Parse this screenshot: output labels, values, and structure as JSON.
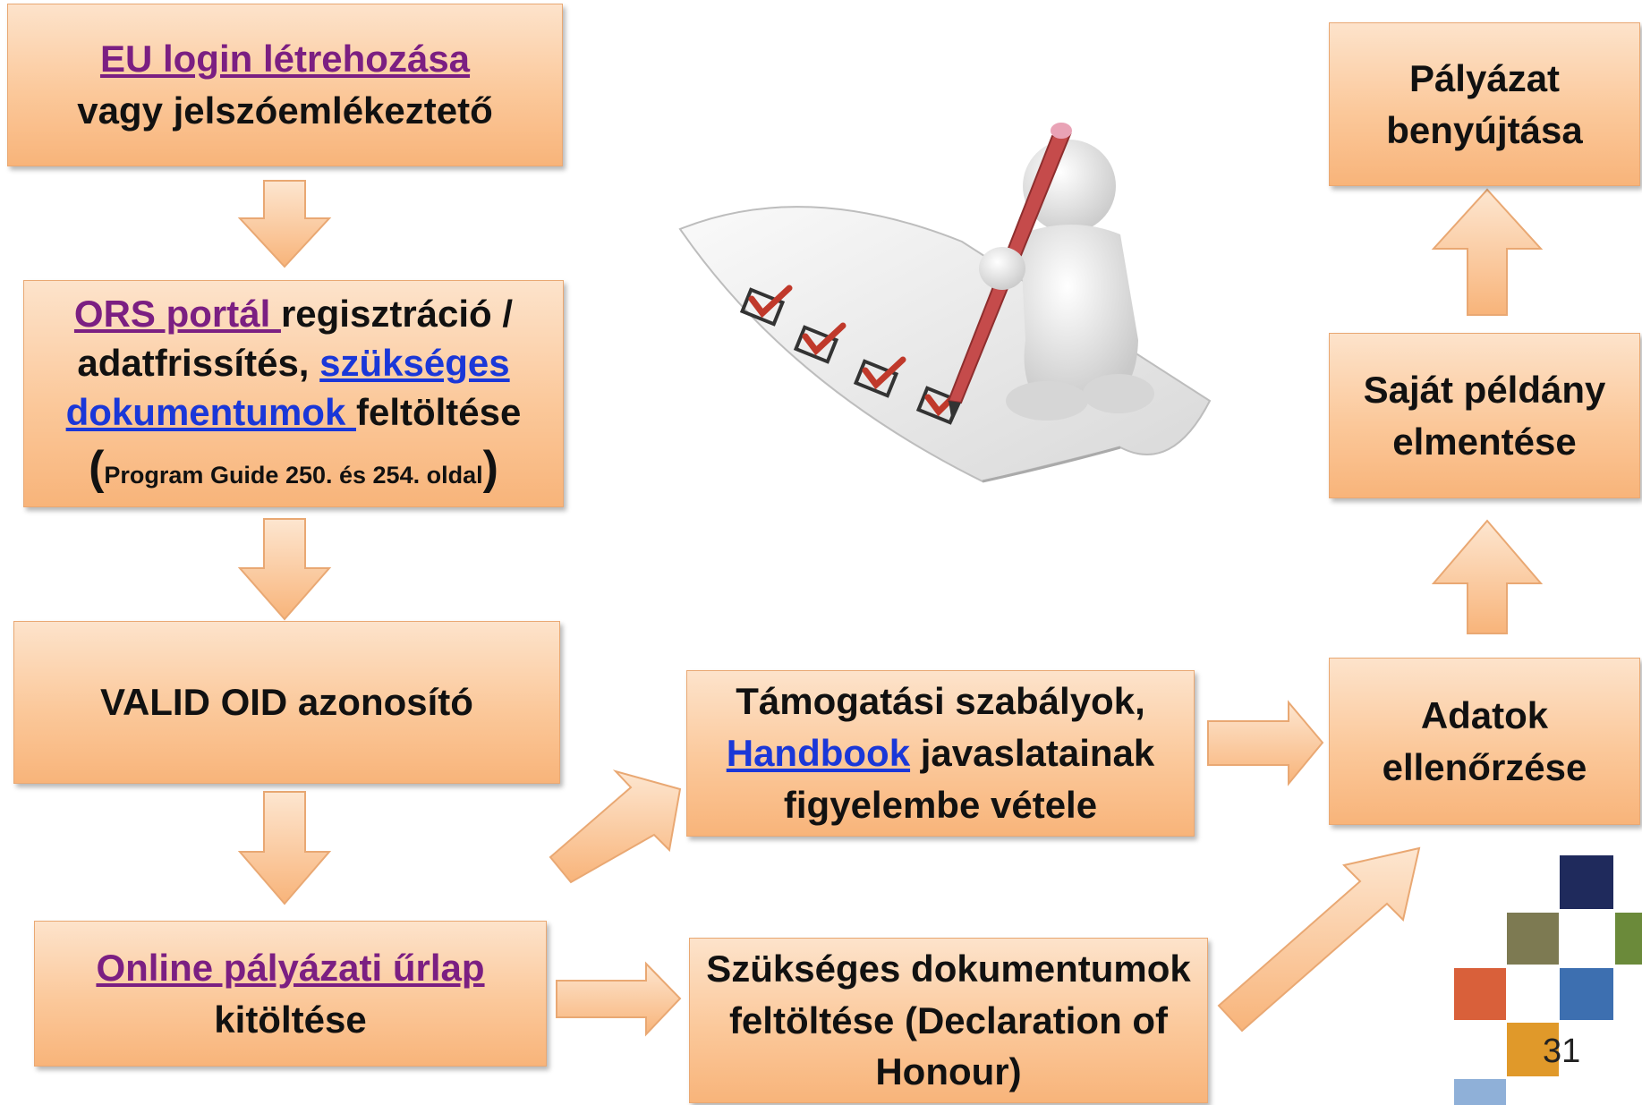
{
  "boxes": {
    "eu_login": {
      "link": "EU login létrehozása",
      "text": "vagy jelszóemlékeztető"
    },
    "ors": {
      "link1": "ORS portál ",
      "text1": "regisztráció /",
      "text2": "adatfrissítés, ",
      "link2a": "szükséges",
      "link2b": "dokumentumok ",
      "text3": "feltöltése",
      "paren_open": "(",
      "guide": "Program Guide 250. és 254. oldal",
      "paren_close": ")"
    },
    "valid_oid": {
      "text": "VALID OID azonosító"
    },
    "online_form": {
      "link": "Online pályázati űrlap",
      "text": "kitöltése"
    },
    "rules": {
      "line1": "Támogatási szabályok,",
      "link": "Handbook",
      "line2": " javaslatainak",
      "line3": "figyelembe vétele"
    },
    "documents": {
      "line1": "Szükséges dokumentumok",
      "line2": "feltöltése (Declaration of",
      "line3": "Honour)"
    },
    "check": {
      "line1": "Adatok",
      "line2": "ellenőrzése"
    },
    "save": {
      "line1": "Saját példány",
      "line2": "elmentése"
    },
    "submit": {
      "line1": "Pályázat",
      "line2": "benyújtása"
    }
  },
  "page_number": "31",
  "colors": {
    "box_fill": "#fbc89a",
    "box_border": "#e9a873",
    "link_purple": "#7b1f82",
    "link_blue": "#1a37d8",
    "checkmark_red": "#c0392b",
    "squares": [
      "#1f2a5c",
      "#7d7a52",
      "#6b8a3a",
      "#d9603a",
      "#3d6fb0",
      "#e0992a",
      "#8fb0d8"
    ]
  }
}
